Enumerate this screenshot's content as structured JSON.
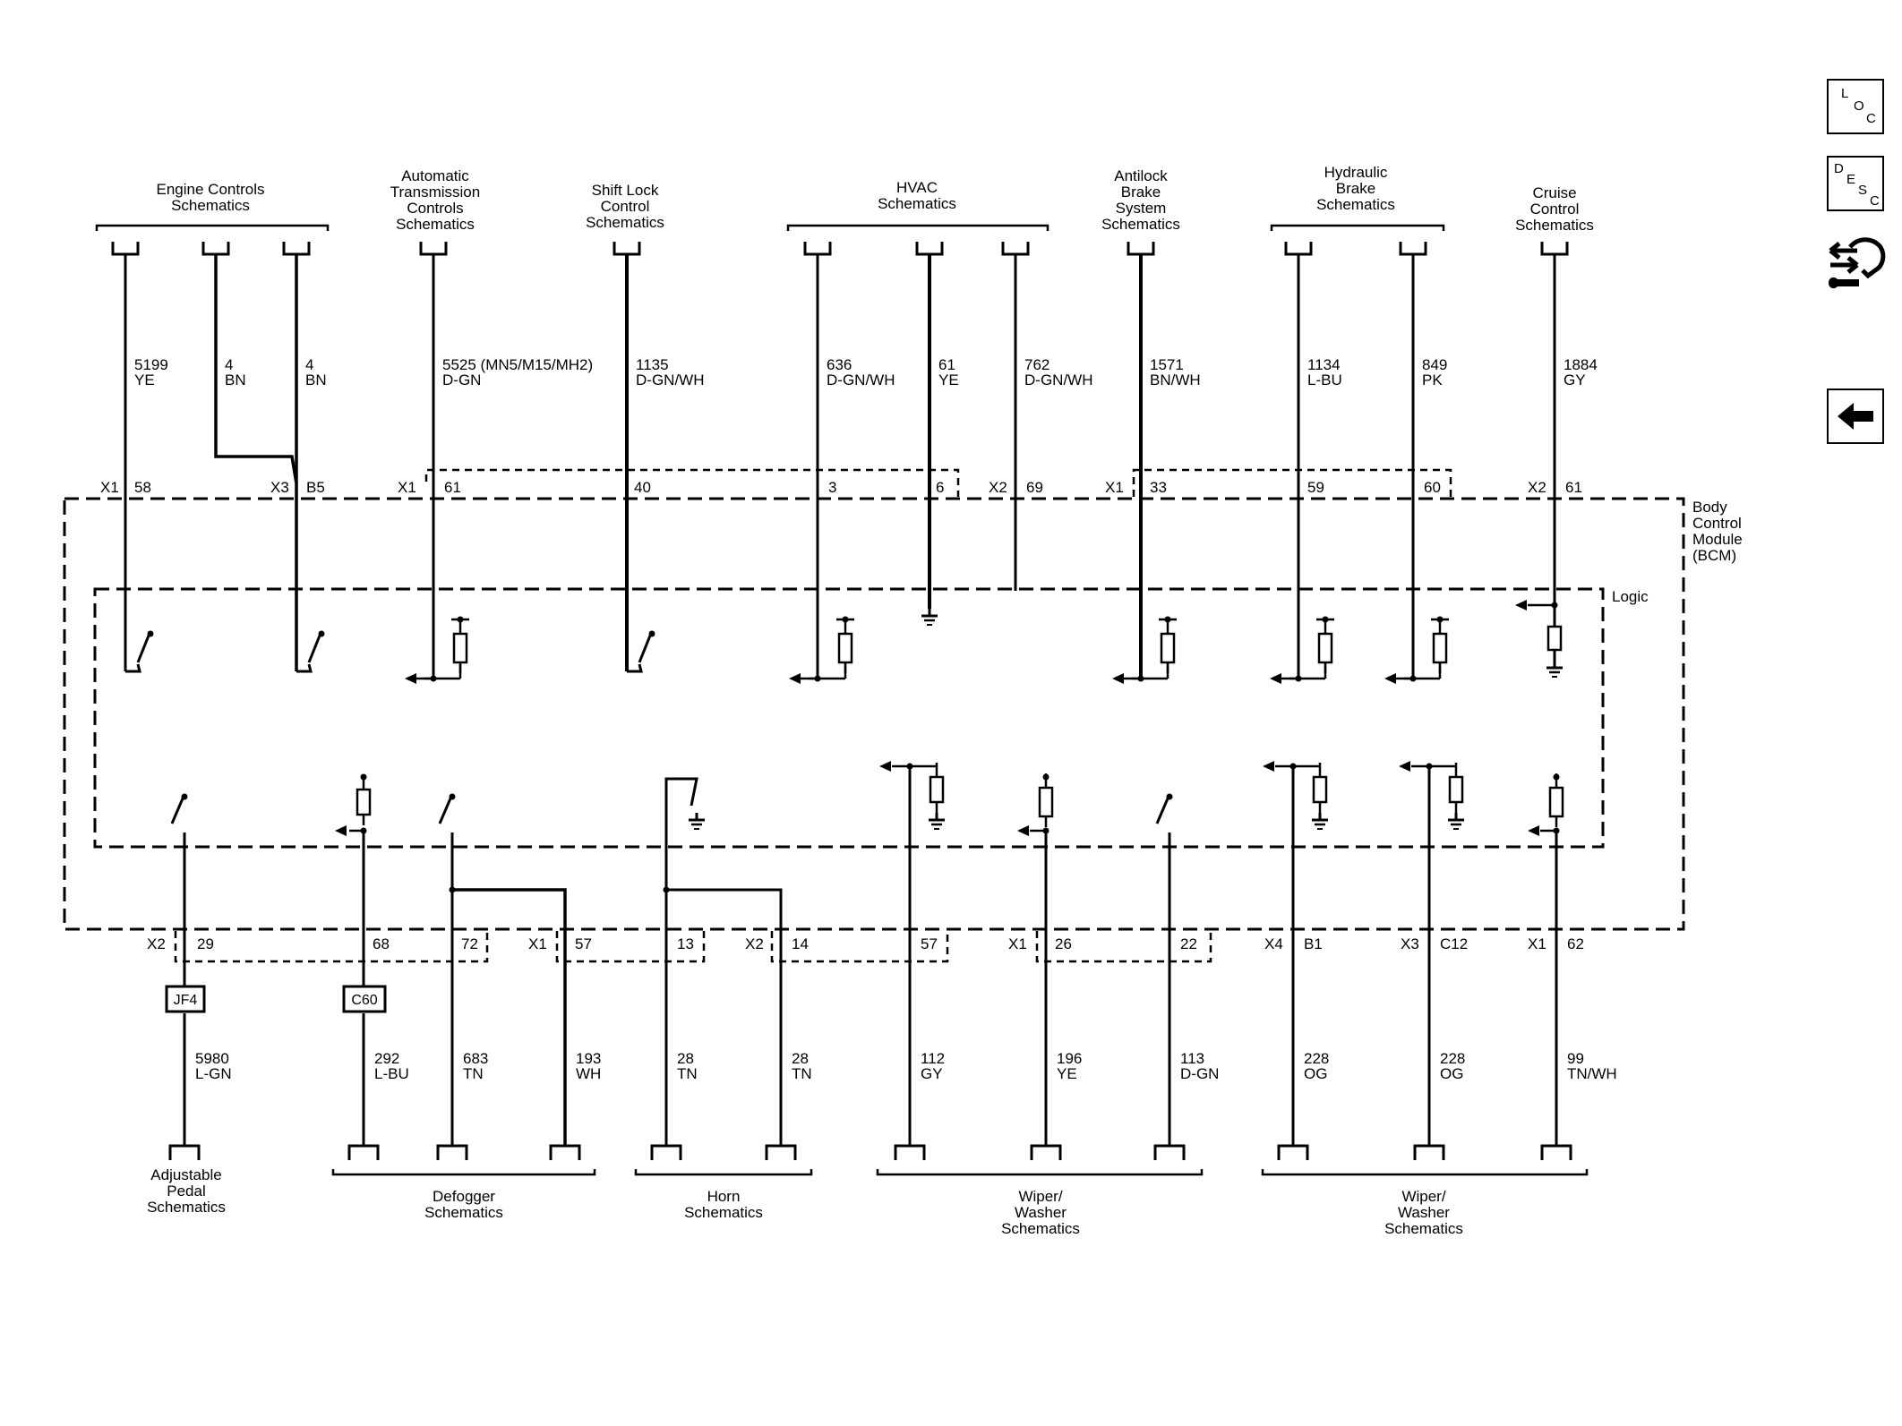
{
  "top_groups": {
    "engine": [
      "Engine Controls",
      "Schematics"
    ],
    "trans": [
      "Automatic",
      "Transmission",
      "Controls",
      "Schematics"
    ],
    "shift": [
      "Shift Lock",
      "Control",
      "Schematics"
    ],
    "hvac": [
      "HVAC",
      "Schematics"
    ],
    "abs": [
      "Antilock",
      "Brake",
      "System",
      "Schematics"
    ],
    "hyd": [
      "Hydraulic",
      "Brake",
      "Schematics"
    ],
    "cruise": [
      "Cruise",
      "Control",
      "Schematics"
    ]
  },
  "top_wires": [
    {
      "circuit": "5199",
      "color": "YE"
    },
    {
      "circuit": "4",
      "color": "BN"
    },
    {
      "circuit": "4",
      "color": "BN"
    },
    {
      "circuit": "5525 (MN5/M15/MH2)",
      "color": "D-GN"
    },
    {
      "circuit": "1135",
      "color": "D-GN/WH"
    },
    {
      "circuit": "636",
      "color": "D-GN/WH"
    },
    {
      "circuit": "61",
      "color": "YE"
    },
    {
      "circuit": "762",
      "color": "D-GN/WH"
    },
    {
      "circuit": "1571",
      "color": "BN/WH"
    },
    {
      "circuit": "1134",
      "color": "L-BU"
    },
    {
      "circuit": "849",
      "color": "PK"
    },
    {
      "circuit": "1884",
      "color": "GY"
    }
  ],
  "top_pins": [
    {
      "conn": "X1",
      "pin": "58"
    },
    {
      "conn": "X3",
      "pin": "B5"
    },
    {
      "conn": "X1",
      "pin": "61"
    },
    {
      "conn": "",
      "pin": "40"
    },
    {
      "conn": "",
      "pin": "3"
    },
    {
      "conn": "",
      "pin": "6"
    },
    {
      "conn": "X2",
      "pin": "69"
    },
    {
      "conn": "X1",
      "pin": "33"
    },
    {
      "conn": "",
      "pin": "59"
    },
    {
      "conn": "",
      "pin": "60"
    },
    {
      "conn": "X2",
      "pin": "61"
    }
  ],
  "module": {
    "name": [
      "Body",
      "Control",
      "Module",
      "(BCM)"
    ],
    "logic": "Logic"
  },
  "bottom_pins": [
    {
      "conn": "X2",
      "pin": "29"
    },
    {
      "conn": "",
      "pin": "68"
    },
    {
      "conn": "",
      "pin": "72"
    },
    {
      "conn": "X1",
      "pin": "57"
    },
    {
      "conn": "",
      "pin": "13"
    },
    {
      "conn": "X2",
      "pin": "14"
    },
    {
      "conn": "",
      "pin": "57"
    },
    {
      "conn": "X1",
      "pin": "26"
    },
    {
      "conn": "",
      "pin": "22"
    },
    {
      "conn": "X4",
      "pin": "B1"
    },
    {
      "conn": "X3",
      "pin": "C12"
    },
    {
      "conn": "X1",
      "pin": "62"
    }
  ],
  "inline_connectors": [
    "JF4",
    "C60"
  ],
  "bottom_wires": [
    {
      "circuit": "5980",
      "color": "L-GN"
    },
    {
      "circuit": "292",
      "color": "L-BU"
    },
    {
      "circuit": "683",
      "color": "TN"
    },
    {
      "circuit": "193",
      "color": "WH"
    },
    {
      "circuit": "28",
      "color": "TN"
    },
    {
      "circuit": "28",
      "color": "TN"
    },
    {
      "circuit": "112",
      "color": "GY"
    },
    {
      "circuit": "196",
      "color": "YE"
    },
    {
      "circuit": "113",
      "color": "D-GN"
    },
    {
      "circuit": "228",
      "color": "OG"
    },
    {
      "circuit": "228",
      "color": "OG"
    },
    {
      "circuit": "99",
      "color": "TN/WH"
    }
  ],
  "bottom_groups": {
    "pedal": [
      "Adjustable",
      "Pedal",
      "Schematics"
    ],
    "defog": [
      "Defogger",
      "Schematics"
    ],
    "horn": [
      "Horn",
      "Schematics"
    ],
    "wiper1": [
      "Wiper/",
      "Washer",
      "Schematics"
    ],
    "wiper2": [
      "Wiper/",
      "Washer",
      "Schematics"
    ]
  },
  "nav": {
    "loc": [
      "L",
      "O",
      "C"
    ],
    "desc": [
      "D",
      "E",
      "S",
      "C"
    ],
    "icons": [
      "connector-end-view-icon",
      "back-arrow-icon"
    ]
  }
}
